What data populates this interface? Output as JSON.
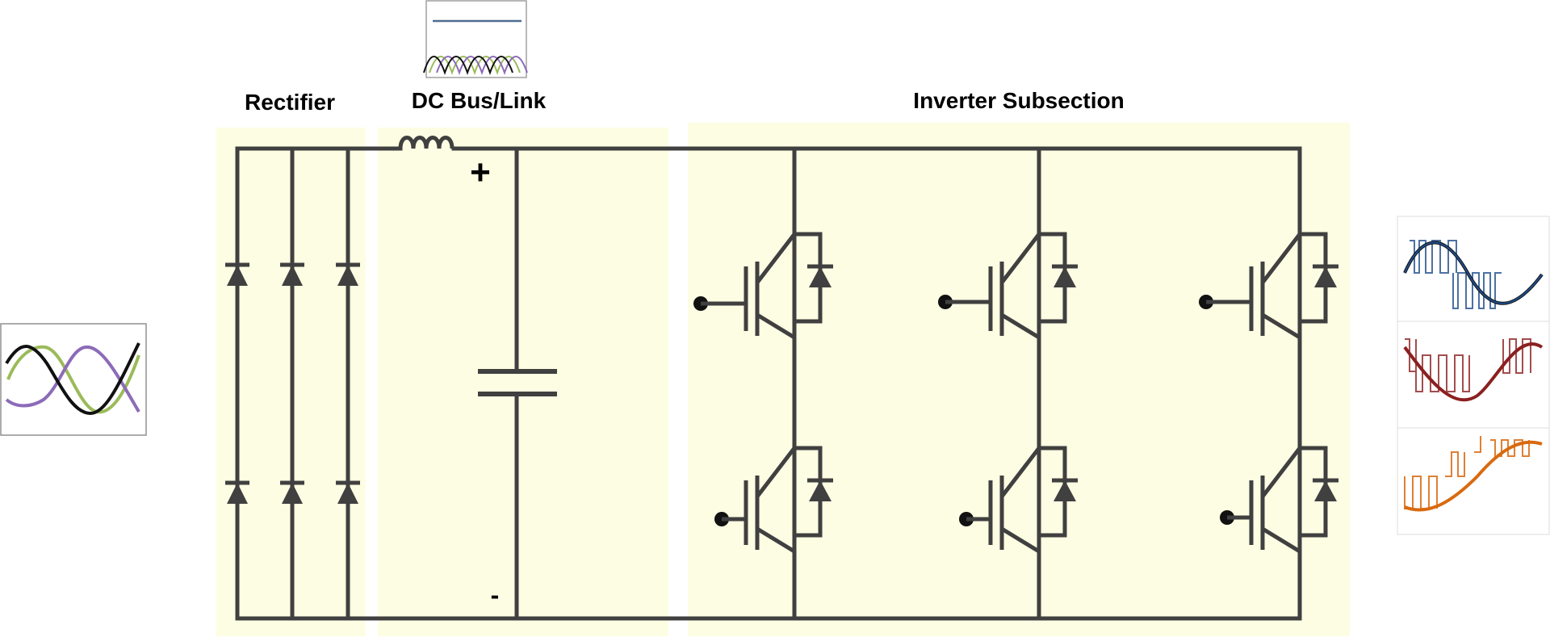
{
  "diagram": {
    "labels": {
      "rectifier": "Rectifier",
      "dc_bus": "DC Bus/Link",
      "inverter": "Inverter Subsection",
      "plus": "+",
      "minus": "-"
    },
    "colors": {
      "section_fill": "#fdfde3",
      "wire": "#404040",
      "phase_purple": "#8c6bb8",
      "phase_green": "#9bbb59",
      "phase_black": "#111111",
      "dc_line": "#4f6d8f",
      "out_blue": "#1f4e8c",
      "out_red": "#8b2020",
      "out_orange": "#d86a10"
    },
    "components": {
      "input_waveform": "three-phase-sine-icon",
      "rectifier_diodes": 6,
      "inductor": "inductor-icon",
      "capacitor": "capacitor-icon",
      "igbt_switches": 6,
      "output_waveforms": [
        "pwm-sine-blue",
        "pwm-sine-red",
        "pwm-sine-orange"
      ]
    }
  }
}
